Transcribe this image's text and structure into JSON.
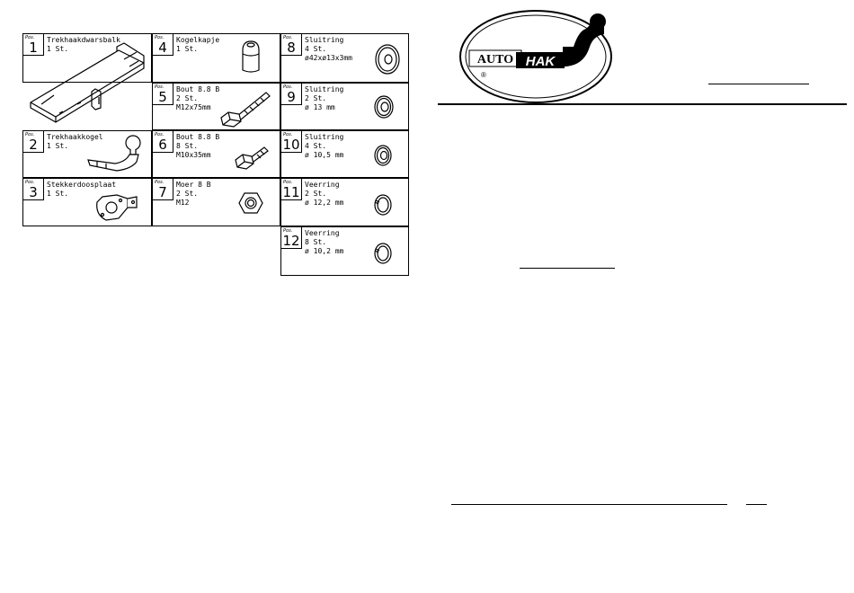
{
  "parts": [
    {
      "pos_label": "Pos.",
      "num": "1",
      "name": "Trekhaakdwarsbalk",
      "qty": "1 St.",
      "spec": "",
      "icon": "crossbar-icon"
    },
    {
      "pos_label": "Pos.",
      "num": "2",
      "name": "Trekhaakkogel",
      "qty": "1 St.",
      "spec": "",
      "icon": "tow-ball-icon"
    },
    {
      "pos_label": "Pos.",
      "num": "3",
      "name": "Stekkerdoosplaat",
      "qty": "1 St.",
      "spec": "",
      "icon": "socket-plate-icon"
    },
    {
      "pos_label": "Pos.",
      "num": "4",
      "name": "Kogelkapje",
      "qty": "1 St.",
      "spec": "",
      "icon": "ball-cap-icon"
    },
    {
      "pos_label": "Pos.",
      "num": "5",
      "name": "Bout  8.8   B",
      "qty": "2 St.",
      "spec": "M12x75mm",
      "icon": "long-bolt-icon"
    },
    {
      "pos_label": "Pos.",
      "num": "6",
      "name": "Bout  8.8   B",
      "qty": "8 St.",
      "spec": "M10x35mm",
      "icon": "short-bolt-icon"
    },
    {
      "pos_label": "Pos.",
      "num": "7",
      "name": "Moer  8   B",
      "qty": "2 St.",
      "spec": "M12",
      "icon": "hex-nut-icon"
    },
    {
      "pos_label": "Pos.",
      "num": "8",
      "name": "Sluitring",
      "qty": "4 St.",
      "spec": "ø42xø13x3mm",
      "icon": "large-washer-icon"
    },
    {
      "pos_label": "Pos.",
      "num": "9",
      "name": "Sluitring",
      "qty": "2 St.",
      "spec": "ø 13  mm",
      "icon": "washer-icon"
    },
    {
      "pos_label": "Pos.",
      "num": "10",
      "name": "Sluitring",
      "qty": "4 St.",
      "spec": "ø 10,5  mm",
      "icon": "washer-icon"
    },
    {
      "pos_label": "Pos.",
      "num": "11",
      "name": "Veerring",
      "qty": "2 St.",
      "spec": "ø 12,2  mm",
      "icon": "spring-washer-icon"
    },
    {
      "pos_label": "Pos.",
      "num": "12",
      "name": "Veerring",
      "qty": "8 St.",
      "spec": "ø 10,2  mm",
      "icon": "spring-washer-icon"
    }
  ],
  "logo": {
    "auto": "AUTO",
    "hak": "HAK",
    "registered": "®"
  },
  "colors": {
    "ink": "#000000",
    "paper": "#ffffff"
  }
}
